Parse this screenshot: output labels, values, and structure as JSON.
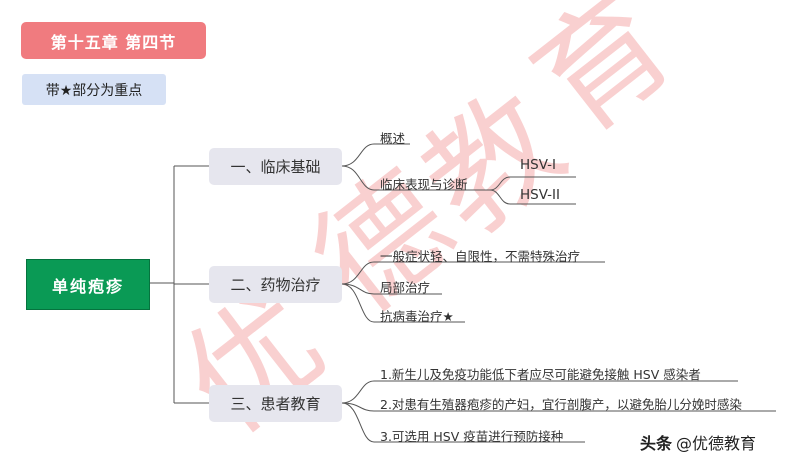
{
  "watermark": {
    "chars": [
      "优",
      "德",
      "教",
      "育"
    ]
  },
  "header": {
    "chapter": "第十五章  第四节",
    "key_note": "带★部分为重点"
  },
  "root": {
    "label": "单纯疱疹"
  },
  "branches": [
    {
      "label": "一、临床基础",
      "children": [
        {
          "label": "概述"
        },
        {
          "label": "临床表现与诊断",
          "children": [
            {
              "label": "HSV-I"
            },
            {
              "label": "HSV-II"
            }
          ]
        }
      ]
    },
    {
      "label": "二、药物治疗",
      "children": [
        {
          "label": "一般症状轻、自限性，不需特殊治疗"
        },
        {
          "label": "局部治疗"
        },
        {
          "label": "抗病毒治疗★"
        }
      ]
    },
    {
      "label": "三、患者教育",
      "children": [
        {
          "label": "1.新生儿及免疫功能低下者应尽可能避免接触 HSV 感染者"
        },
        {
          "label": "2.对患有生殖器疱疹的产妇，宜行剖腹产，以避免胎儿分娩时感染"
        },
        {
          "label": "3.可选用 HSV 疫苗进行预防接种"
        }
      ]
    }
  ],
  "footer": {
    "logo": "头条",
    "handle": "@优德教育"
  }
}
